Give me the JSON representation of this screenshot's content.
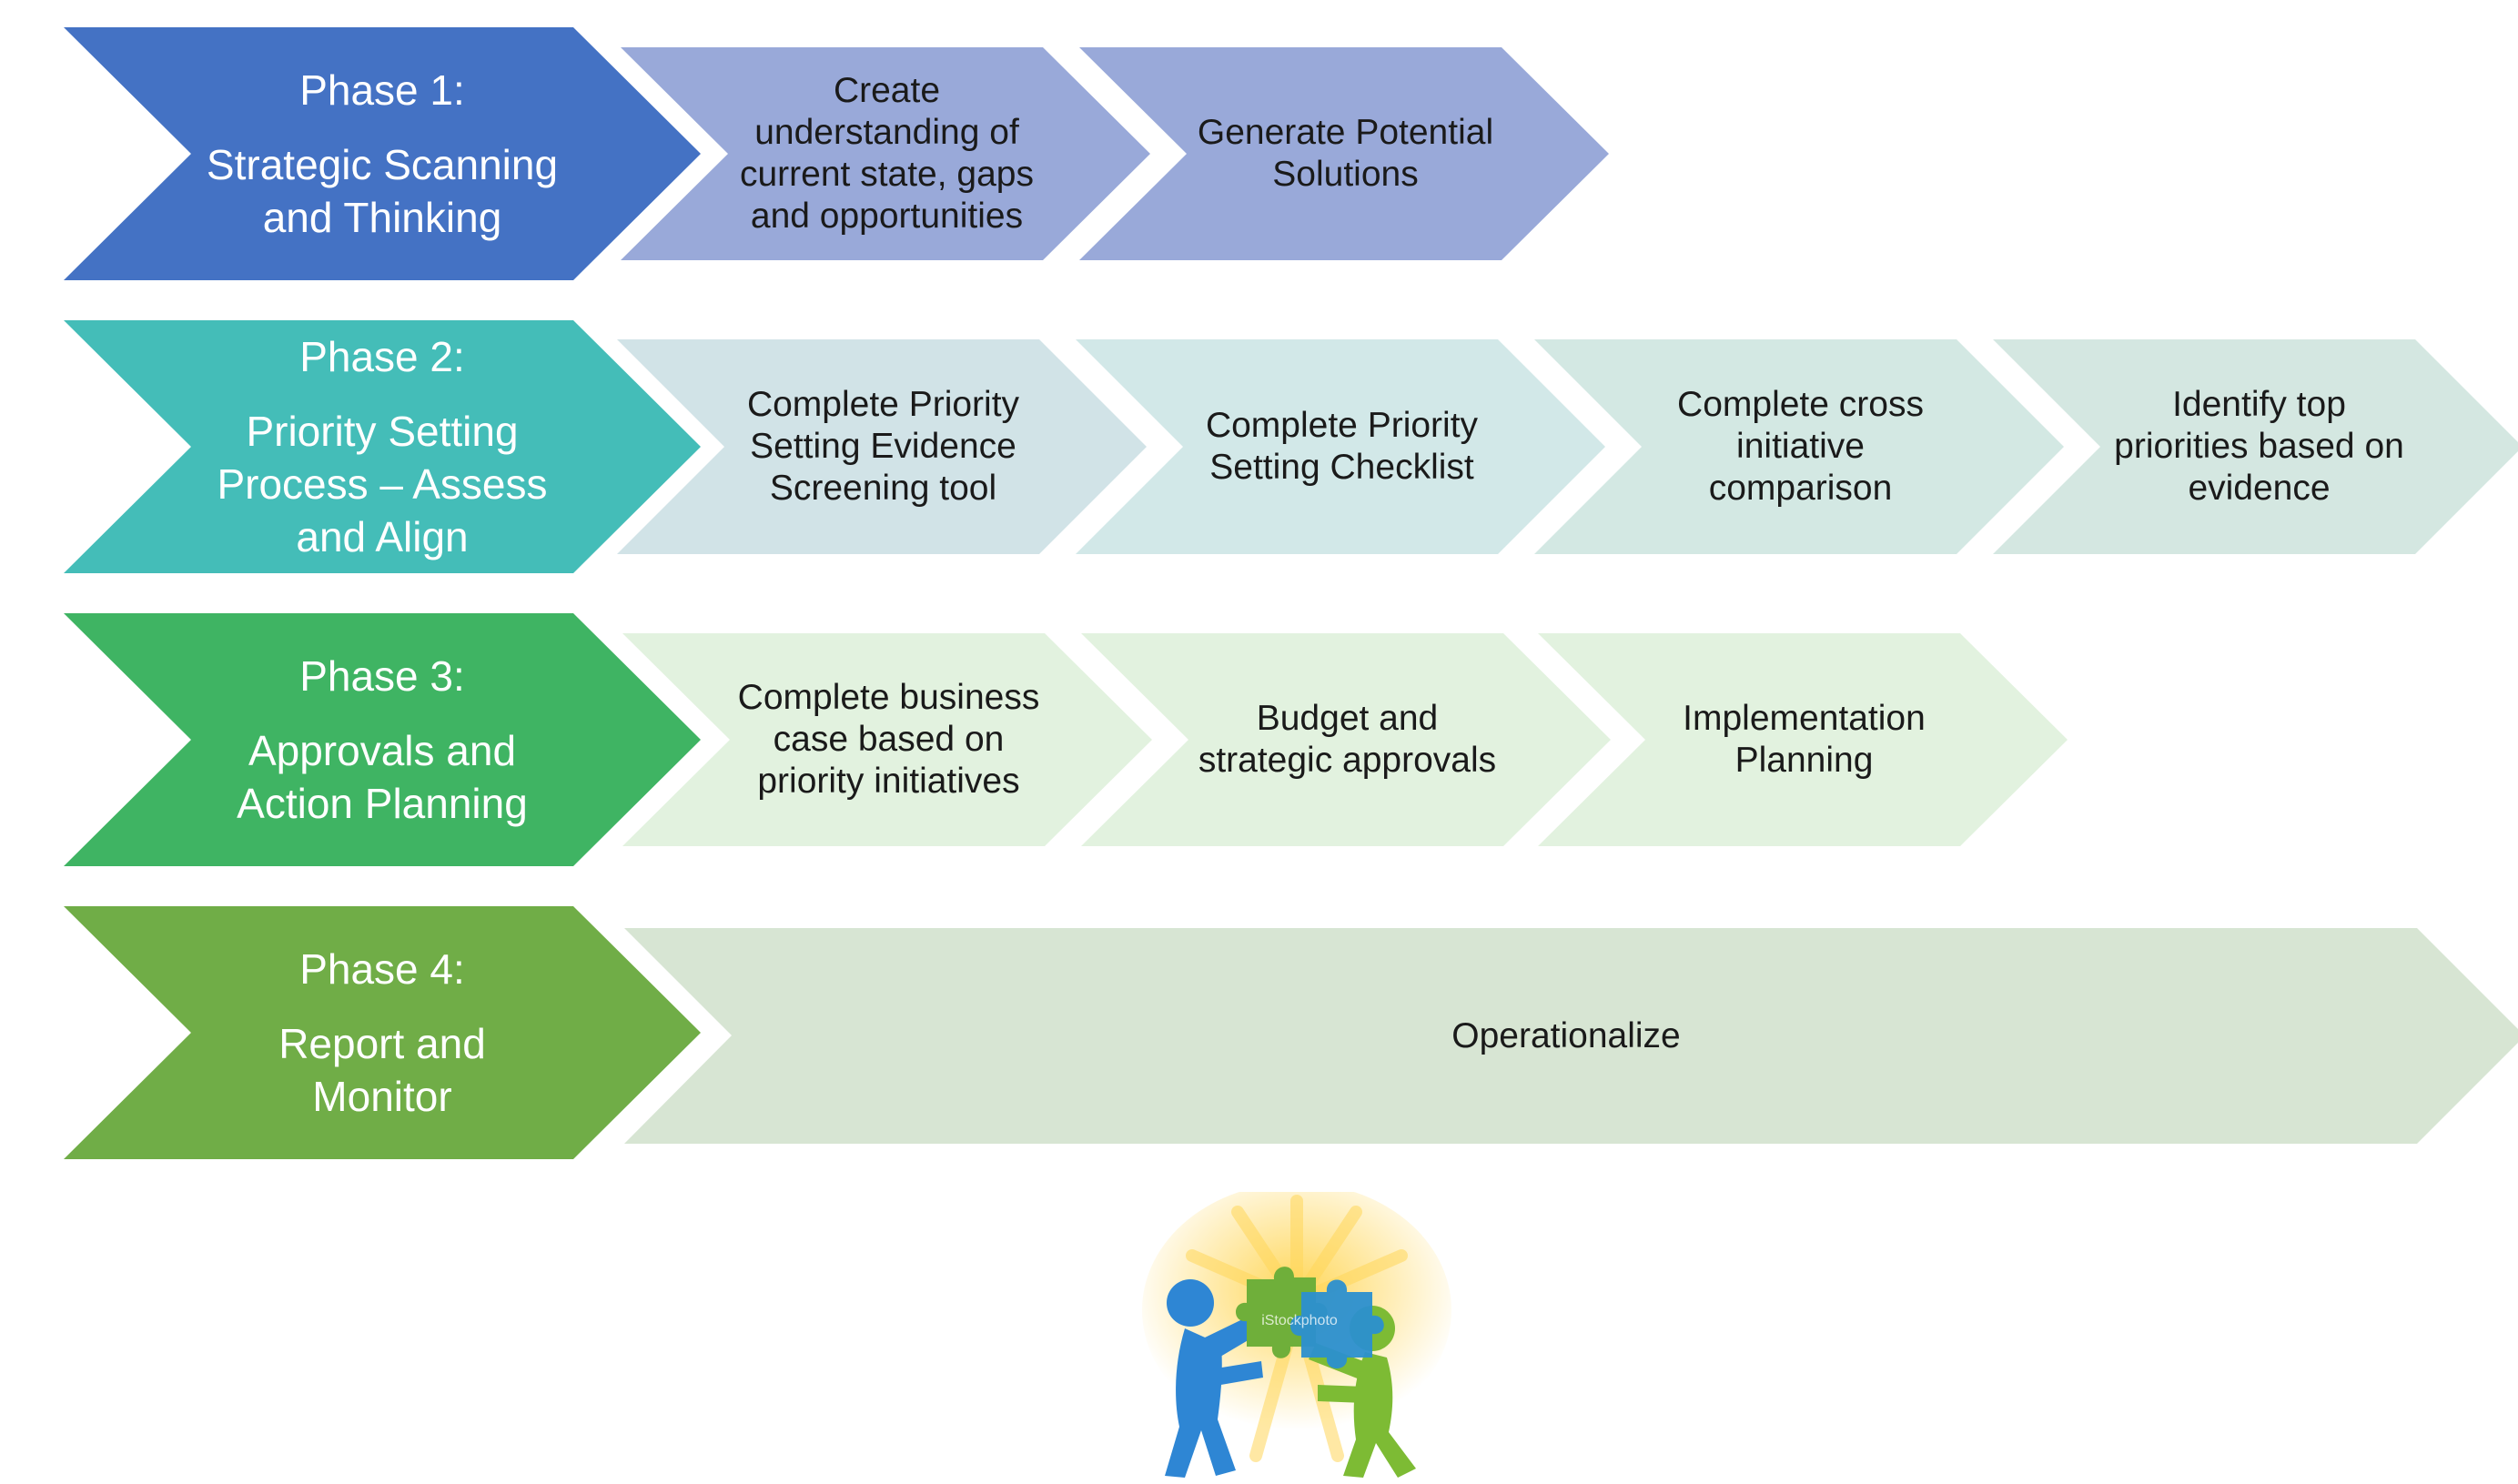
{
  "phases": [
    {
      "title": "Phase 1:",
      "lines": [
        "Strategic Scanning",
        "and Thinking"
      ],
      "color": "#4472C4",
      "steps": [
        {
          "lines": [
            "Create",
            "understanding of",
            "current state, gaps",
            "and opportunities"
          ],
          "color": "#99A9D9"
        },
        {
          "lines": [
            "Generate Potential",
            "Solutions"
          ],
          "color": "#99A9D9"
        }
      ]
    },
    {
      "title": "Phase 2:",
      "lines": [
        "Priority Setting",
        "Process – Assess",
        "and Align"
      ],
      "color": "#44BDB8",
      "steps": [
        {
          "lines": [
            "Complete Priority",
            "Setting Evidence",
            "Screening tool"
          ],
          "color": "#D1E3E7"
        },
        {
          "lines": [
            "Complete Priority",
            "Setting Checklist"
          ],
          "color": "#D2E8E8"
        },
        {
          "lines": [
            "Complete cross",
            "initiative",
            "comparison"
          ],
          "color": "#D3E8E3"
        },
        {
          "lines": [
            "Identify top",
            "priorities based on",
            "evidence"
          ],
          "color": "#D4E7E1"
        }
      ]
    },
    {
      "title": "Phase 3:",
      "lines": [
        "Approvals and",
        "Action Planning"
      ],
      "color": "#3FB463",
      "steps": [
        {
          "lines": [
            "Complete business",
            "case based on",
            "priority initiatives"
          ],
          "color": "#E2F2DF"
        },
        {
          "lines": [
            "Budget and",
            "strategic approvals"
          ],
          "color": "#E2F2DF"
        },
        {
          "lines": [
            "Implementation",
            "Planning"
          ],
          "color": "#E2F2DF"
        }
      ]
    },
    {
      "title": "Phase 4:",
      "lines": [
        "Report and",
        "Monitor"
      ],
      "color": "#70AD47",
      "steps": [
        {
          "lines": [
            "Operationalize"
          ],
          "color": "#D7E5D3"
        }
      ]
    }
  ],
  "illustration": {
    "description_icon": "people-puzzle-icon",
    "watermark": "iStockphoto",
    "colors": {
      "left_figure": "#2E86D4",
      "right_figure": "#7DBB34",
      "puzzle_blue": "#2B8FD0",
      "puzzle_green": "#6FAF3A",
      "glow": "#FFD75A"
    }
  }
}
